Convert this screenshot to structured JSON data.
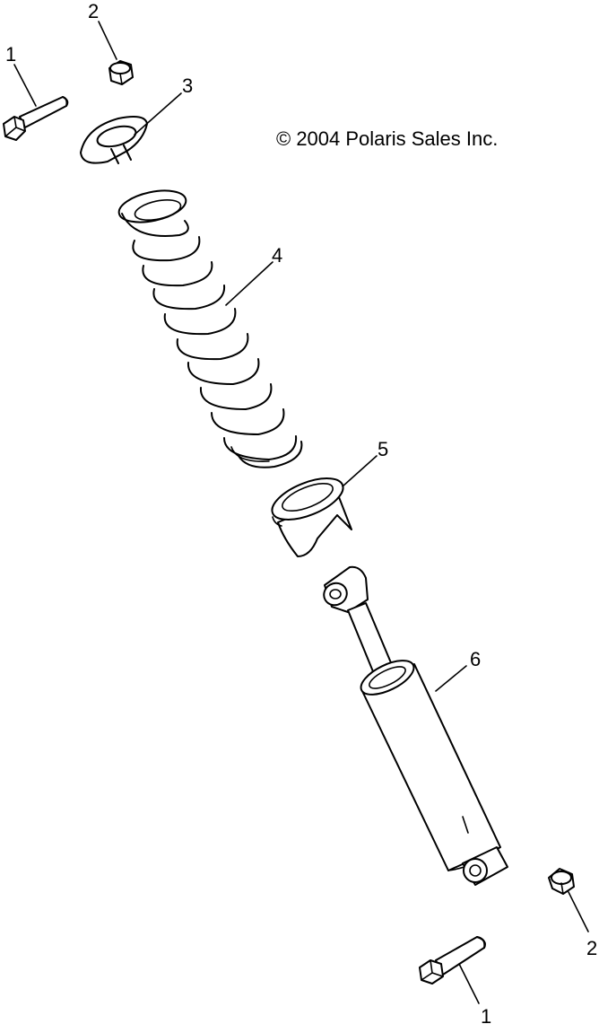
{
  "copyright": "© 2004 Polaris Sales Inc.",
  "callouts": {
    "bolt_top": "1",
    "nut_top": "2",
    "washer": "3",
    "spring": "4",
    "spring_seat": "5",
    "shock_body": "6",
    "nut_bottom": "2",
    "bolt_bottom": "1"
  },
  "parts": [
    "bolt",
    "nut",
    "spring retainer",
    "coil spring",
    "spring seat",
    "shock absorber",
    "nut",
    "bolt"
  ]
}
